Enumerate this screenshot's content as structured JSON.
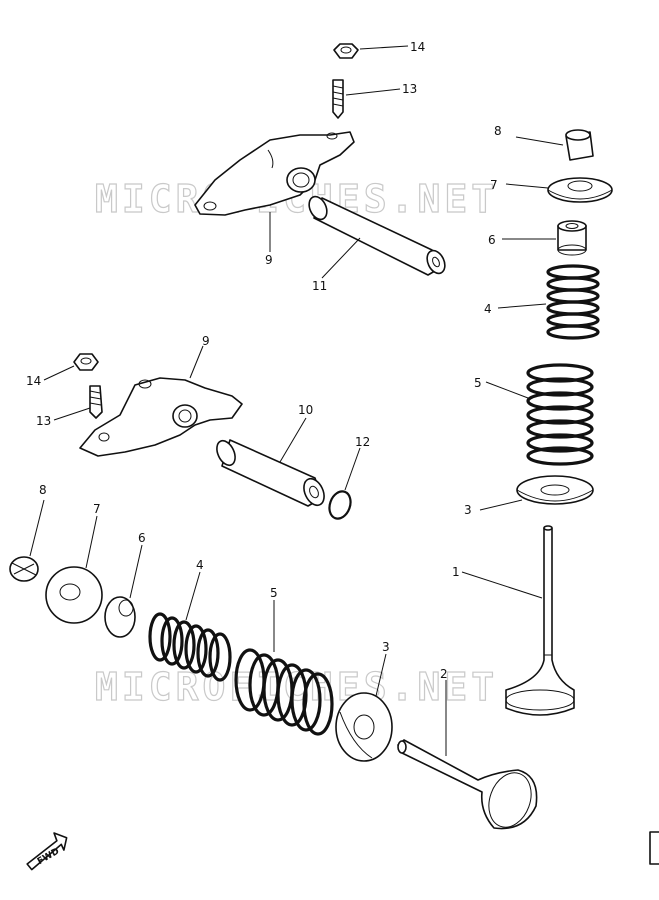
{
  "watermark": "MICROFICHES.NET",
  "fwd_label": "FWD",
  "part_numbers": {
    "p1": "1",
    "p2": "2",
    "p3a": "3",
    "p3b": "3",
    "p4a": "4",
    "p4b": "4",
    "p5a": "5",
    "p5b": "5",
    "p6a": "6",
    "p6b": "6",
    "p7a": "7",
    "p7b": "7",
    "p8a": "8",
    "p8b": "8",
    "p9a": "9",
    "p9b": "9",
    "p10": "10",
    "p11": "11",
    "p12": "12",
    "p13a": "13",
    "p13b": "13",
    "p14a": "14",
    "p14b": "14"
  },
  "colors": {
    "ink": "#111111",
    "watermark": "#c9c9c9",
    "background": "#ffffff"
  }
}
